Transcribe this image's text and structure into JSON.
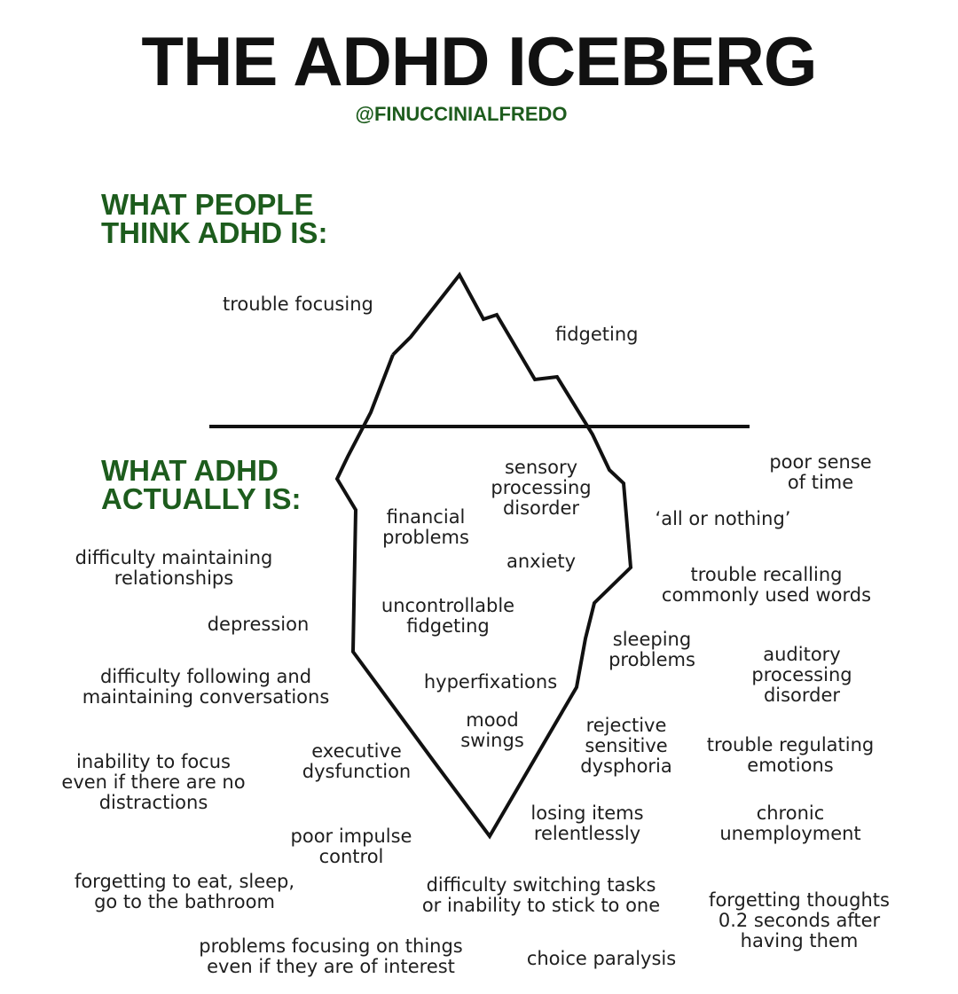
{
  "title": "THE ADHD ICEBERG",
  "handle": "@FINUCCINIALFREDO",
  "colors": {
    "green": "#1d5c1d",
    "ink": "#111111"
  },
  "headings": {
    "above": "WHAT PEOPLE\nTHINK ADHD IS:",
    "below": "WHAT ADHD\nACTUALLY IS:"
  },
  "above_water": {
    "trouble_focusing": "trouble focusing",
    "fidgeting": "fidgeting"
  },
  "inside_iceberg": {
    "sensory": "sensory\nprocessing\ndisorder",
    "financial": "financial\nproblems",
    "anxiety": "anxiety",
    "uncontrollable": "uncontrollable\nfidgeting",
    "hyperfixations": "hyperfixations",
    "mood": "mood\nswings"
  },
  "left_side": {
    "relationships": "difficulty maintaining\nrelationships",
    "depression": "depression",
    "conversations": "difficulty following and\nmaintaining conversations",
    "inability_focus": "inability to focus\neven if there are no\ndistractions",
    "executive": "executive\ndysfunction",
    "impulse": "poor impulse\ncontrol",
    "forgetting_eat": "forgetting to eat, sleep,\ngo to the bathroom",
    "problems_focusing": "problems focusing on things\neven if they are of interest"
  },
  "right_side": {
    "poor_sense": "poor sense\nof time",
    "all_or_nothing": "‘all or nothing’",
    "recalling": "trouble recalling\ncommonly used words",
    "sleeping": "sleeping\nproblems",
    "auditory": "auditory\nprocessing\ndisorder",
    "rejective": "rejective\nsensitive\ndysphoria",
    "regulating": "trouble regulating\nemotions",
    "losing": "losing items\nrelentlessly",
    "unemployment": "chronic\nunemployment",
    "switching": "difficulty switching tasks\nor inability to stick to one",
    "forgetting_thoughts": "forgetting thoughts\n0.2 seconds after\nhaving them",
    "choice": "choice paralysis"
  }
}
